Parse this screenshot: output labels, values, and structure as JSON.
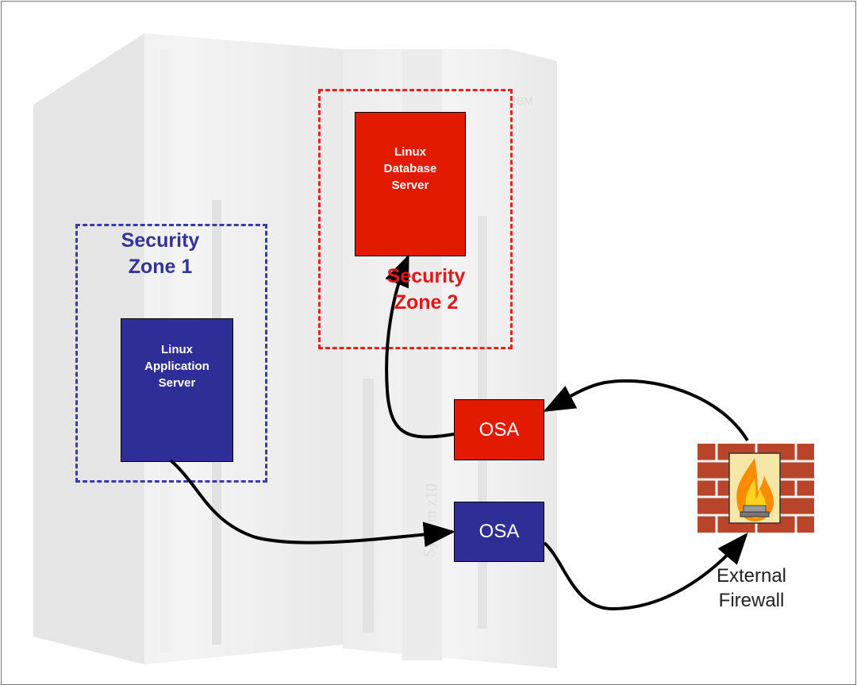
{
  "zones": {
    "zone1": {
      "label_line1": "Security",
      "label_line2": "Zone 1"
    },
    "zone2": {
      "label_line1": "Security",
      "label_line2": "Zone 2"
    }
  },
  "servers": {
    "database": {
      "line1": "Linux",
      "line2": "Database",
      "line3": "Server"
    },
    "application": {
      "line1": "Linux",
      "line2": "Application",
      "line3": "Server"
    }
  },
  "osa": {
    "red_label": "OSA",
    "blue_label": "OSA"
  },
  "firewall": {
    "line1": "External",
    "line2": "Firewall"
  },
  "background": {
    "faint_text": "System z10",
    "logo_text": "IBM"
  },
  "colors": {
    "zone1": "#333399",
    "zone2": "#e21818",
    "server_red": "#e21a00",
    "server_blue": "#2e2e96",
    "brick": "#b8442a",
    "flame": "#ff8c00"
  }
}
